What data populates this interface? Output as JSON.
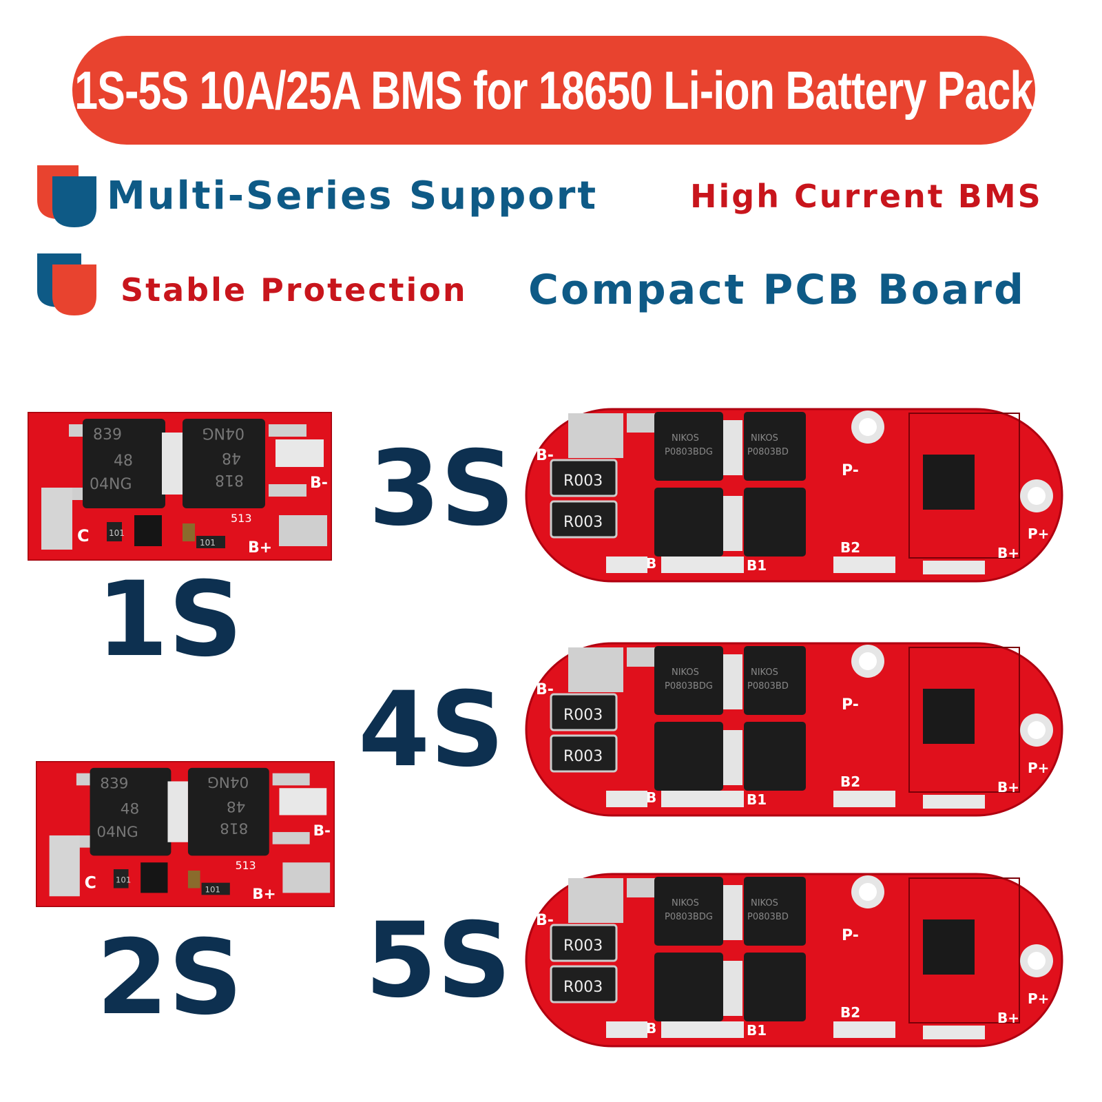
{
  "banner": {
    "title": "1S-5S 10A/25A BMS for 18650 Li-ion Battery Pack"
  },
  "features": [
    {
      "text": "Multi-Series Support",
      "icon": "shield-icon"
    },
    {
      "text": "High Current BMS"
    },
    {
      "text": "Stable Protection",
      "icon": "shield-icon"
    },
    {
      "text": "Compact PCB Board"
    }
  ],
  "colors": {
    "accent_red": "#e8432f",
    "navy": "#0d3050",
    "blue": "#0e5a86",
    "text_red": "#c8151c",
    "pcb_red": "#e0101c"
  },
  "small_boards": [
    {
      "label": "1S",
      "chips": [
        "839",
        "48",
        "04NG",
        "04NG",
        "48",
        "818"
      ],
      "markings": [
        "C",
        "B-",
        "B+",
        "513",
        "101",
        "101"
      ]
    },
    {
      "label": "2S",
      "chips": [
        "839",
        "48",
        "04NG",
        "04NG",
        "48",
        "818"
      ],
      "markings": [
        "C",
        "B-",
        "B+",
        "513",
        "101",
        "101"
      ]
    }
  ],
  "large_boards": [
    {
      "label": "3S",
      "resistors": [
        "R003",
        "R003"
      ],
      "pads": [
        "B-",
        "B",
        "B1",
        "B2",
        "B+",
        "P-",
        "P+"
      ],
      "chips": [
        "NIKOS",
        "P0803BDG",
        "NIKOS",
        "P0803BD"
      ]
    },
    {
      "label": "4S",
      "resistors": [
        "R003",
        "R003"
      ],
      "pads": [
        "B-",
        "B",
        "B1",
        "B2",
        "B+",
        "P-",
        "P+"
      ],
      "chips": [
        "NIKOS",
        "P0803BDG",
        "NIKOS",
        "P0803BD"
      ]
    },
    {
      "label": "5S",
      "resistors": [
        "R003",
        "R003"
      ],
      "pads": [
        "B-",
        "B",
        "B1",
        "B2",
        "B+",
        "P-",
        "P+"
      ],
      "chips": [
        "NIKOS",
        "P0803BDG",
        "NIKOS",
        "P0803BD"
      ]
    }
  ]
}
